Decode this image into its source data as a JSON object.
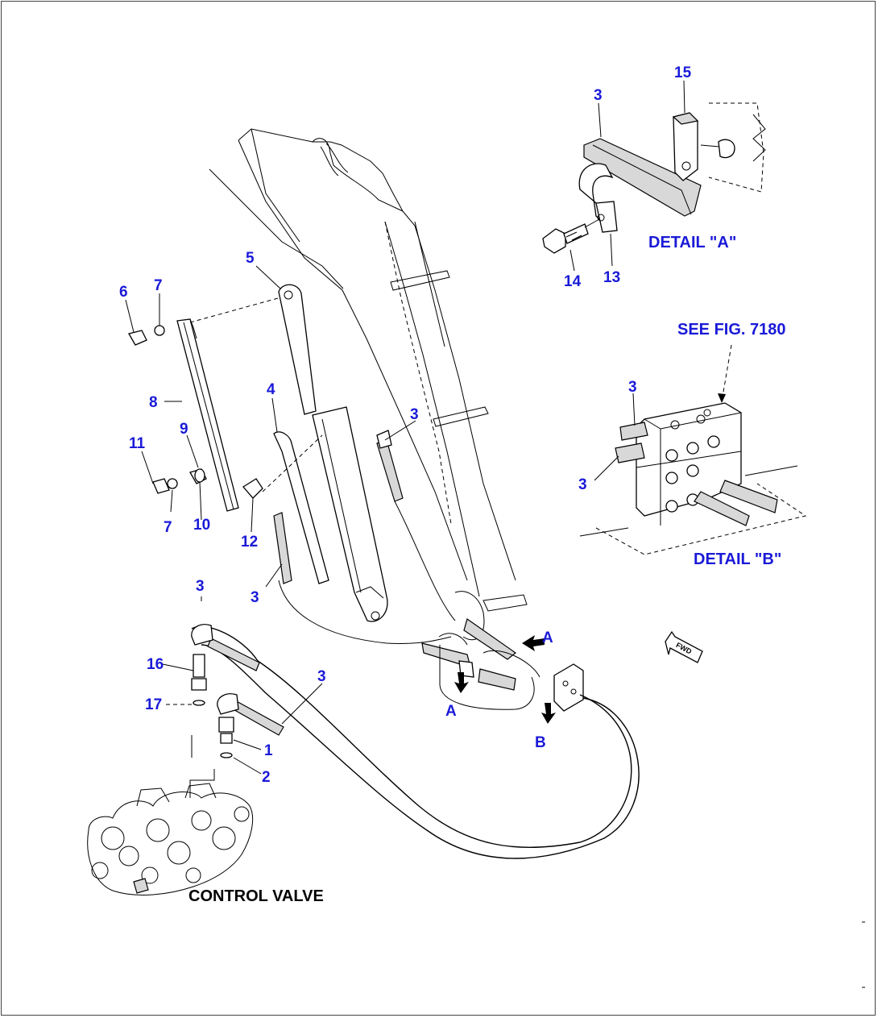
{
  "callouts": {
    "c1": "1",
    "c2": "2",
    "c3": "3",
    "c4": "4",
    "c5": "5",
    "c6": "6",
    "c7": "7",
    "c8": "8",
    "c9": "9",
    "c10": "10",
    "c11": "11",
    "c12": "12",
    "c13": "13",
    "c14": "14",
    "c15": "15",
    "c16": "16",
    "c17": "17"
  },
  "view_markers": {
    "a": "A",
    "b": "B"
  },
  "captions": {
    "detail_a": "DETAIL \"A\"",
    "detail_b": "DETAIL \"B\"",
    "see_fig": "SEE FIG. 7180",
    "control_valve": "CONTROL VALVE",
    "fwd": "FWD"
  },
  "colors": {
    "callout_blue": "#1a1ad8",
    "line": "#000000"
  }
}
